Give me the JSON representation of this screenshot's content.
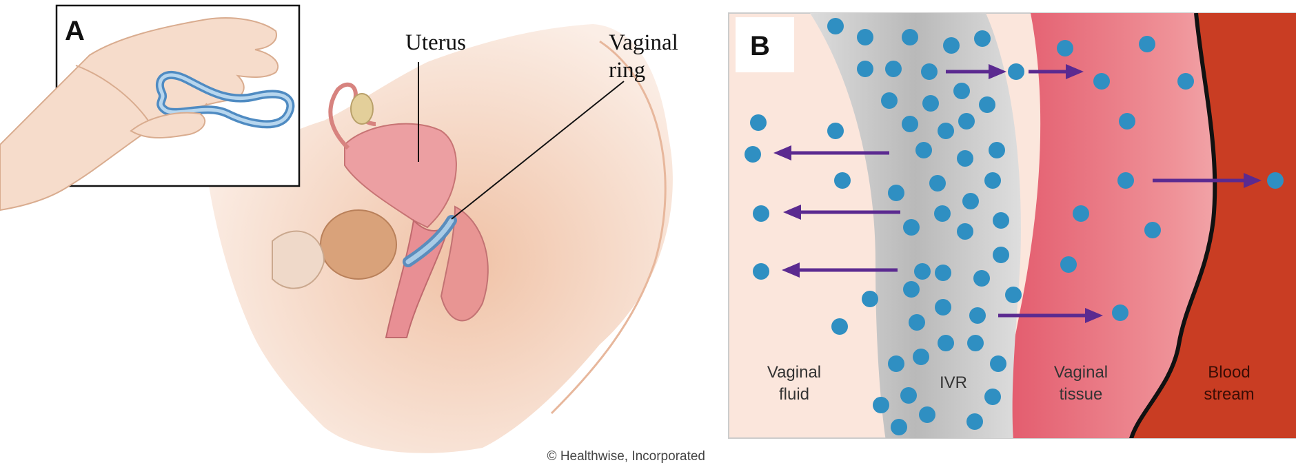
{
  "panel_a": {
    "label": "A",
    "callouts": {
      "uterus": "Uterus",
      "ring_line1": "Vaginal",
      "ring_line2": "ring"
    },
    "credit": "© Healthwise, Incorporated"
  },
  "panel_b": {
    "label": "B",
    "regions": {
      "fluid_line1": "Vaginal",
      "fluid_line2": "fluid",
      "ivr": "IVR",
      "tissue_line1": "Vaginal",
      "tissue_line2": "tissue",
      "blood_line1": "Blood",
      "blood_line2": "stream"
    }
  },
  "colors": {
    "skin": "#f3d2bf",
    "organ_pink": "#e79a9a",
    "ring_blue": "#6aa6d6",
    "fluid_bg": "#fbe6dc",
    "ivr_grey": "#c7c7c7",
    "tissue_red": "#e8747c",
    "blood_red": "#c63a22",
    "dot_blue": "#2f8fc2",
    "arrow_purple": "#5b2a90"
  }
}
